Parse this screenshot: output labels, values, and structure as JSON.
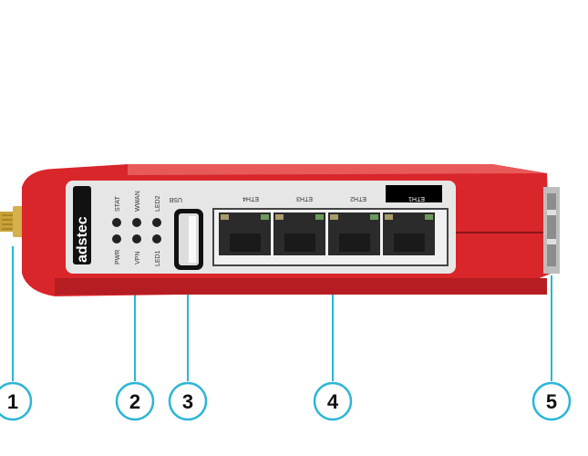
{
  "device": {
    "brand": "adstec",
    "led_labels": {
      "stat": "STAT",
      "wwan": "WWAN",
      "led2": "LED2",
      "pwr": "PWR",
      "vpn": "VPN",
      "led1": "LED1"
    },
    "usb_label": "USB",
    "eth_labels": [
      "ETH4",
      "ETH3",
      "ETH2",
      "ETH1"
    ]
  },
  "callouts": [
    "1",
    "2",
    "3",
    "4",
    "5"
  ],
  "colors": {
    "body": "#d8262b",
    "panel": "#e4e4e4",
    "callout": "#2bb5d6"
  }
}
